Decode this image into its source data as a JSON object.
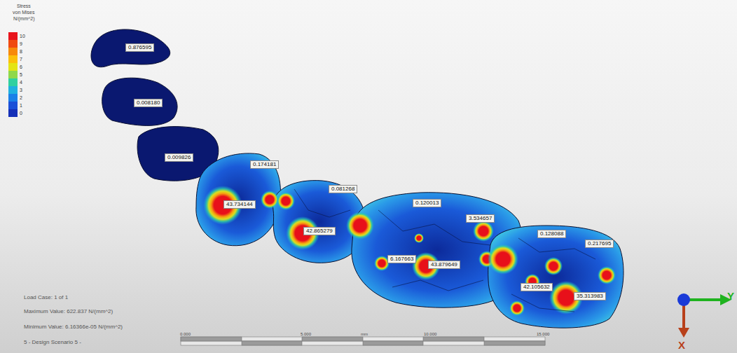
{
  "diagram": {
    "nodes": [
      {
        "text": [
          "0.876595"
        ]
      },
      {
        "text": [
          "0.008180"
        ]
      },
      {
        "text": [
          "0.009826"
        ]
      },
      {
        "text": [
          "0.174181"
        ]
      },
      {
        "text": [
          "43.734144"
        ]
      },
      {
        "text": [
          "0.081268"
        ]
      },
      {
        "text": [
          "42.865279"
        ]
      },
      {
        "text": [
          "0.120013"
        ]
      },
      {
        "text": [
          "3.534657"
        ]
      },
      {
        "text": [
          "6.167663"
        ]
      },
      {
        "text": [
          "43.879649"
        ]
      },
      {
        "text": [
          "0.128088"
        ]
      },
      {
        "text": [
          "0.217695"
        ]
      },
      {
        "text": [
          "42.105632"
        ]
      },
      {
        "text": [
          "35.313983"
        ]
      }
    ],
    "labels": [
      "Stress",
      "von Mises",
      "N/(mm^2)",
      "Load Case:  1 of 1",
      "Maximum Value: 622.837 N/(mm^2)",
      "Minimum Value: 6.16366e-05 N/(mm^2)",
      "5 - Design Scenario 5 -",
      "0.000",
      "5.000",
      "mm",
      "10.000",
      "15.000",
      "Y",
      "X"
    ],
    "legend": [
      {
        "text": "10",
        "color": "#e8141c"
      },
      {
        "text": "9",
        "color": "#f04a10"
      },
      {
        "text": "8",
        "color": "#f78a0a"
      },
      {
        "text": "7",
        "color": "#fcc00a"
      },
      {
        "text": "6",
        "color": "#e4e414"
      },
      {
        "text": "5",
        "color": "#8fd84a"
      },
      {
        "text": "4",
        "color": "#30d0a0"
      },
      {
        "text": "3",
        "color": "#20b0e0"
      },
      {
        "text": "2",
        "color": "#1a80e8"
      },
      {
        "text": "1",
        "color": "#1a50d8"
      },
      {
        "text": "0",
        "color": "#1530b8"
      }
    ]
  }
}
